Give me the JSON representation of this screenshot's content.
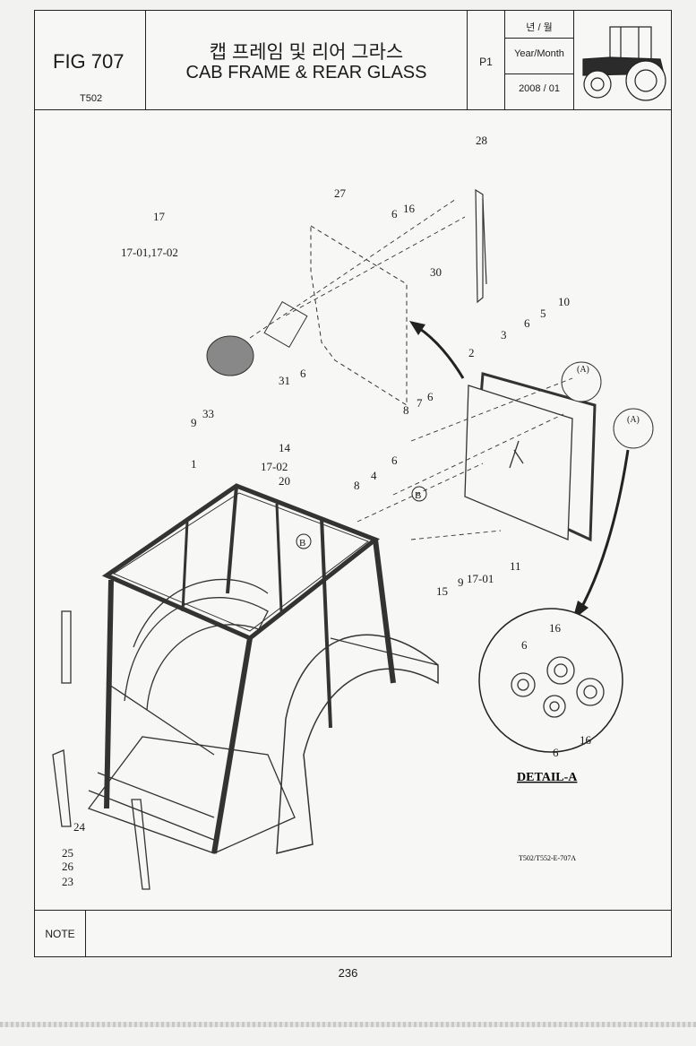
{
  "header": {
    "fig_label": "FIG 707",
    "model_code": "T502",
    "title_korean": "캡 프레임 및 리어 그라스",
    "title_english": "CAB FRAME & REAR GLASS",
    "page_code": "P1",
    "date_label_korean": "년 / 월",
    "date_label_english": "Year/Month",
    "date_value": "2008 / 01"
  },
  "diagram": {
    "callouts": [
      "28",
      "27",
      "17",
      "17-01,17-02",
      "6",
      "16",
      "30",
      "31",
      "6",
      "9",
      "33",
      "5",
      "10",
      "2",
      "3",
      "6",
      "(A)",
      "(A)",
      "8",
      "7",
      "6",
      "14",
      "17-02",
      "20",
      "1",
      "6",
      "4",
      "8",
      "B",
      "B",
      "15",
      "9",
      "17-01",
      "11",
      "24",
      "25",
      "26",
      "23"
    ],
    "detail_callouts": [
      "16",
      "6",
      "6",
      "16"
    ],
    "detail_title": "DETAIL-A",
    "drawing_code": "T502/T552-E-707A"
  },
  "footer": {
    "note_label": "NOTE",
    "page_number": "236"
  }
}
